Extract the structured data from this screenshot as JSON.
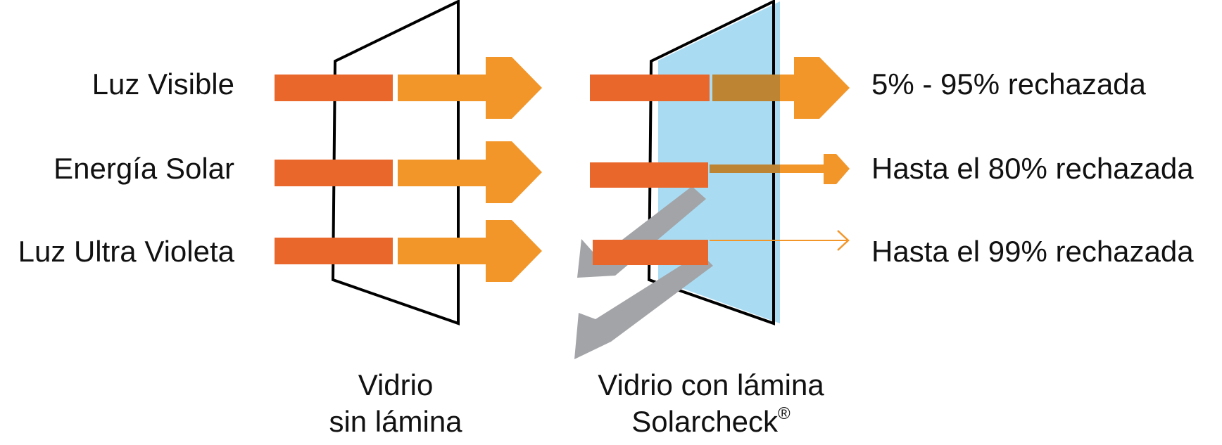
{
  "colors": {
    "bar_orange": "#ea672c",
    "arrow_orange": "#f2962a",
    "reflect_gray": "#a3a4a7",
    "film_blue": "#a9dcf3",
    "transmitted_brown": "#bd8433",
    "frame": "#000000"
  },
  "rays": [
    {
      "label": "Luz Visible",
      "result": "5% - 95% rechazada"
    },
    {
      "label": "Energía Solar",
      "result": "Hasta el 80% rechazada"
    },
    {
      "label": "Luz Ultra Violeta",
      "result": "Hasta el 99% rechazada"
    }
  ],
  "captions": {
    "plain_glass_line1": "Vidrio",
    "plain_glass_line2": "sin lámina",
    "film_glass_line1": "Vidrio con lámina",
    "film_glass_line2": "Solarcheck",
    "film_glass_mark": "®"
  }
}
